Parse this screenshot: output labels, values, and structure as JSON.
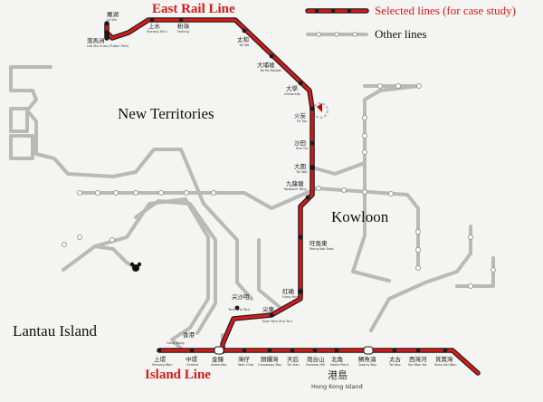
{
  "titles": {
    "east_rail": "East Rail Line",
    "island_line": "Island Line"
  },
  "legend": {
    "selected": "Selected lines (for case study)",
    "other": "Other lines"
  },
  "regions": {
    "new_territories": "New Territories",
    "kowloon": "Kowloon",
    "lantau": "Lantau Island",
    "hk_island_zh": "港島",
    "hk_island_en": "Hong Kong Island"
  },
  "colors": {
    "selected_line": "#d61a1a",
    "other_line": "#b9b9b9",
    "title_red": "#d61a1a"
  },
  "east_rail_stations": [
    {
      "zh": "羅湖",
      "en": "Lo Wu"
    },
    {
      "zh": "落馬洲",
      "en": "Lok Ma Chau (Futian Port)"
    },
    {
      "zh": "上水",
      "en": "Sheung Shui"
    },
    {
      "zh": "粉嶺",
      "en": "Fanling"
    },
    {
      "zh": "太和",
      "en": "Tai Wo"
    },
    {
      "zh": "大埔墟",
      "en": "Tai Po Market"
    },
    {
      "zh": "大學",
      "en": "University"
    },
    {
      "zh": "火炭",
      "en": "Fo Tan"
    },
    {
      "zh": "沙田",
      "en": "Sha Tin"
    },
    {
      "zh": "大圍",
      "en": "Tai Wai"
    },
    {
      "zh": "九龍塘",
      "en": "Kowloon Tong"
    },
    {
      "zh": "旺角東",
      "en": "Mong Kok East"
    },
    {
      "zh": "紅磡",
      "en": "Hung Hom"
    },
    {
      "zh": "尖東",
      "en": "East Tsim Sha Tsui"
    },
    {
      "zh": "尖沙咀",
      "en": "Tsim Sha Tsui"
    },
    {
      "zh": "香港",
      "en": "Hong Kong"
    }
  ],
  "island_stations": [
    {
      "zh": "上環",
      "en": "Sheung Wan"
    },
    {
      "zh": "中環",
      "en": "Central"
    },
    {
      "zh": "金鐘",
      "en": "Admiralty"
    },
    {
      "zh": "灣仔",
      "en": "Wan Chai"
    },
    {
      "zh": "銅鑼灣",
      "en": "Causeway Bay"
    },
    {
      "zh": "天后",
      "en": "Tin Hau"
    },
    {
      "zh": "炮台山",
      "en": "Fortress Hill"
    },
    {
      "zh": "北角",
      "en": "North Point"
    },
    {
      "zh": "鰂魚涌",
      "en": "Quarry Bay"
    },
    {
      "zh": "太古",
      "en": "Tai Koo"
    },
    {
      "zh": "西灣河",
      "en": "Sai Wan Ho"
    },
    {
      "zh": "筲箕灣",
      "en": "Shau Kei Wan"
    }
  ]
}
